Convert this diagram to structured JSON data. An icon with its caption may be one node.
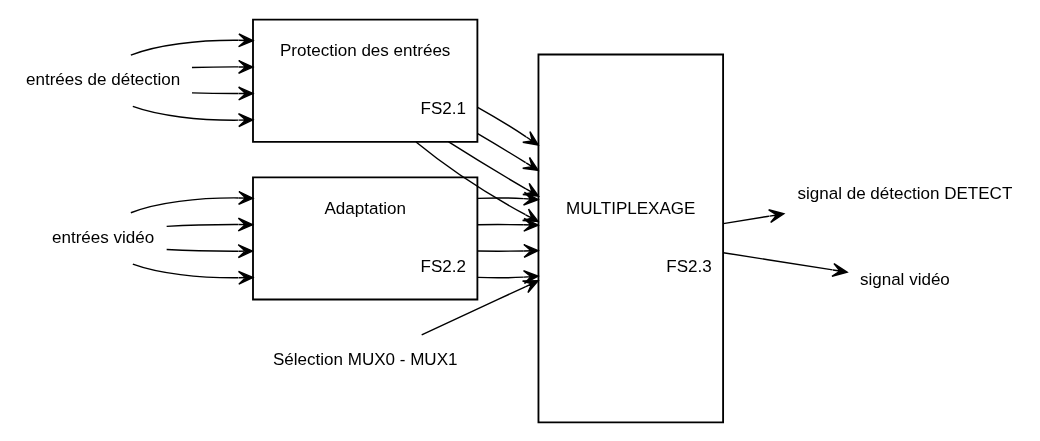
{
  "diagram": {
    "nodes": [
      {
        "text": [
          "entrées de détection"
        ]
      },
      {
        "text": [
          "Protection des entrées",
          "FS2.1"
        ]
      },
      {
        "text": [
          "entrées vidéo"
        ]
      },
      {
        "text": [
          "Adaptation",
          "FS2.2"
        ]
      },
      {
        "text": [
          "MULTIPLEXAGE",
          "FS2.3"
        ]
      },
      {
        "text": [
          "signal de détection DETECT"
        ]
      },
      {
        "text": [
          "signal vidéo"
        ]
      },
      {
        "text": [
          "Sélection MUX0 - MUX1"
        ]
      }
    ],
    "edges": [
      {
        "from": 0,
        "to": 1,
        "arrow": "to"
      },
      {
        "from": 0,
        "to": 1,
        "arrow": "to"
      },
      {
        "from": 0,
        "to": 1,
        "arrow": "to"
      },
      {
        "from": 0,
        "to": 1,
        "arrow": "to"
      },
      {
        "from": 1,
        "to": 4,
        "arrow": "to"
      },
      {
        "from": 1,
        "to": 4,
        "arrow": "to"
      },
      {
        "from": 1,
        "to": 4,
        "arrow": "to"
      },
      {
        "from": 1,
        "to": 4,
        "arrow": "to"
      },
      {
        "from": 2,
        "to": 3,
        "arrow": "to"
      },
      {
        "from": 2,
        "to": 3,
        "arrow": "to"
      },
      {
        "from": 2,
        "to": 3,
        "arrow": "to"
      },
      {
        "from": 2,
        "to": 3,
        "arrow": "to"
      },
      {
        "from": 3,
        "to": 4,
        "arrow": "to"
      },
      {
        "from": 3,
        "to": 4,
        "arrow": "to"
      },
      {
        "from": 3,
        "to": 4,
        "arrow": "to"
      },
      {
        "from": 3,
        "to": 4,
        "arrow": "to"
      },
      {
        "from": 4,
        "to": 5,
        "arrow": "to"
      },
      {
        "from": 4,
        "to": 6,
        "arrow": "to"
      },
      {
        "from": 7,
        "to": 4,
        "arrow": "to"
      }
    ]
  }
}
